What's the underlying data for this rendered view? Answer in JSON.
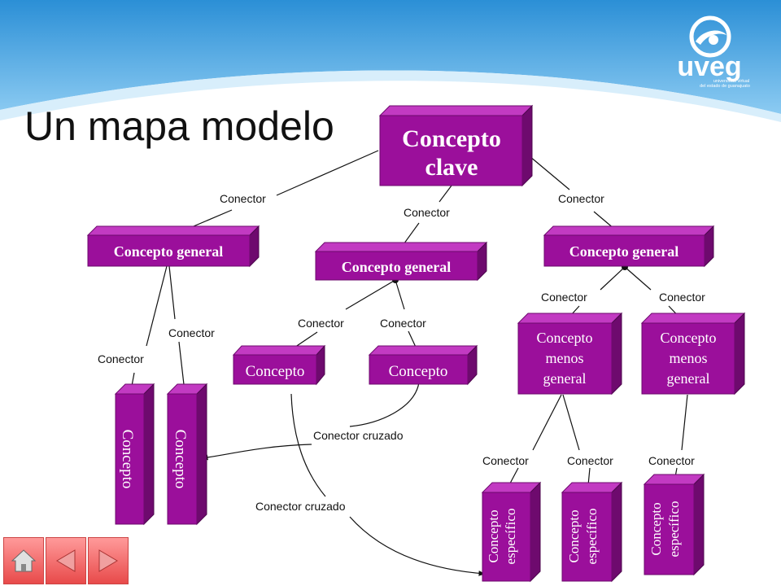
{
  "title": "Un mapa modelo",
  "logo": {
    "wordmark": "uveg",
    "tagline_1": "universidad virtual",
    "tagline_2": "del estado de guanajuato"
  },
  "nodes": {
    "key": {
      "line1": "Concepto",
      "line2": "clave"
    },
    "general_left": "Concepto general",
    "general_center": "Concepto general",
    "general_right": "Concepto general",
    "concept_vertical_1": "Concepto",
    "concept_vertical_2": "Concepto",
    "concept_center_1": "Concepto",
    "concept_center_2": "Concepto",
    "less_general_1": {
      "line1": "Concepto",
      "line2": "menos",
      "line3": "general"
    },
    "less_general_2": {
      "line1": "Concepto",
      "line2": "menos",
      "line3": "general"
    },
    "specific_1": {
      "line1": "Concepto",
      "line2": "específico"
    },
    "specific_2": {
      "line1": "Concepto",
      "line2": "específico"
    },
    "specific_3": {
      "line1": "Concepto",
      "line2": "específico"
    }
  },
  "connectors": {
    "key_left": "Conector",
    "key_center": "Conector",
    "key_right": "Conector",
    "left_1": "Conector",
    "left_2": "Conector",
    "center_1": "Conector",
    "center_2": "Conector",
    "right_1": "Conector",
    "right_2": "Conector",
    "spec_1": "Conector",
    "spec_2": "Conector",
    "spec_3": "Conector",
    "cross_1": "Conector cruzado",
    "cross_2": "Conector cruzado"
  },
  "nav": [
    "home-icon",
    "back-icon",
    "forward-icon"
  ],
  "colors": {
    "concept_box": "#9b0f9b",
    "concept_box_top": "#c23ac2",
    "concept_box_side": "#6e0a6e",
    "nav_button": "#e84a4a"
  }
}
